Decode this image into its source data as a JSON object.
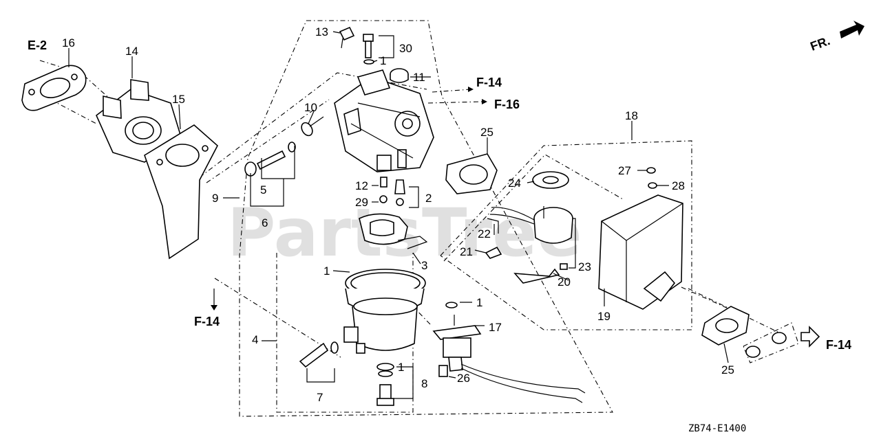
{
  "watermark": "PartsTree",
  "diagram_code": "ZB74-E1400",
  "direction": {
    "label": "FR."
  },
  "references": {
    "e2": "E-2",
    "f14_a": "F-14",
    "f16": "F-16",
    "f14_b": "F-14",
    "f14_c": "F-14"
  },
  "callouts": {
    "c16": "16",
    "c14": "14",
    "c15": "15",
    "c9": "9",
    "c13": "13",
    "c30": "30",
    "c1_top": "1",
    "c11": "11",
    "c10": "10",
    "c5": "5",
    "c6": "6",
    "c12": "12",
    "c29": "29",
    "c2": "2",
    "c3": "3",
    "c1_bowl": "1",
    "c4": "4",
    "c7": "7",
    "c1_washer": "1",
    "c1_drain": "1",
    "c8": "8",
    "c17": "17",
    "c26": "26",
    "c25_top": "25",
    "c18": "18",
    "c24": "24",
    "c27": "27",
    "c28": "28",
    "c22": "22",
    "c21": "21",
    "c23": "23",
    "c20": "20",
    "c19": "19",
    "c25_bottom": "25"
  }
}
